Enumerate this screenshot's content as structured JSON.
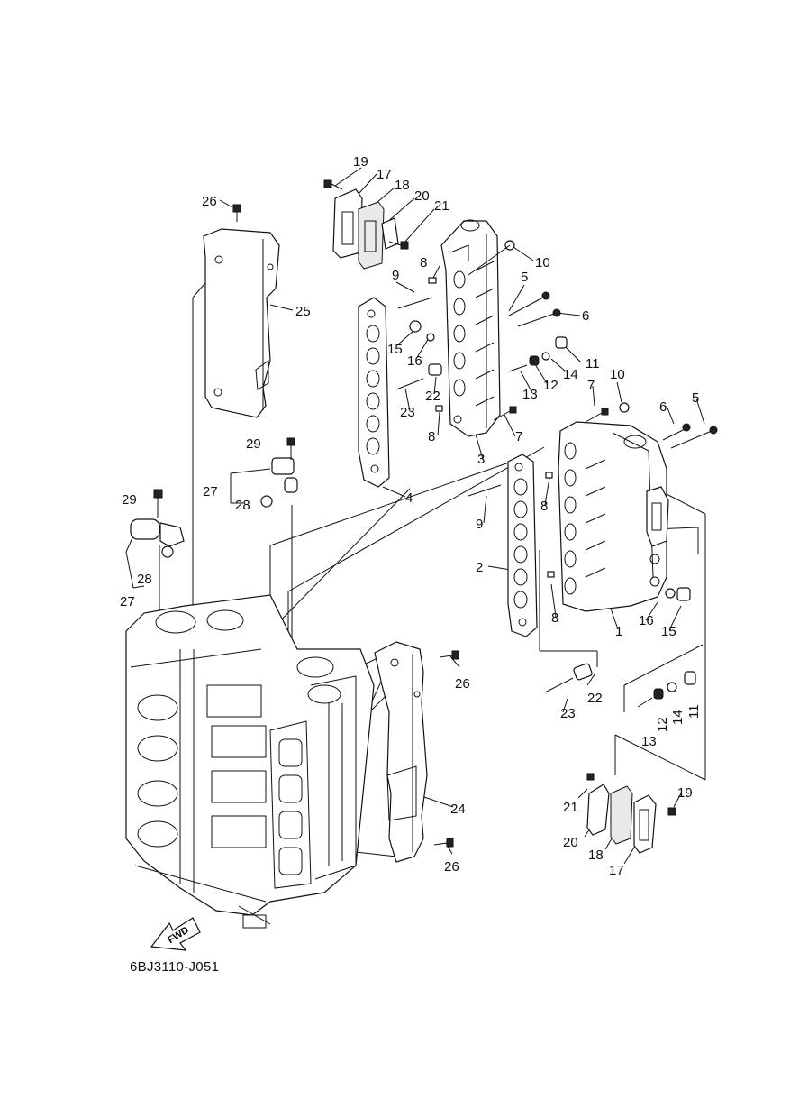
{
  "diagram_code": "6BJ3110-J051",
  "fwd_label": "FWD",
  "callouts": {
    "c1": "1",
    "c2": "2",
    "c3": "3",
    "c4": "4",
    "c5a": "5",
    "c5b": "5",
    "c6a": "6",
    "c6b": "6",
    "c7a": "7",
    "c7b": "7",
    "c8a": "8",
    "c8b": "8",
    "c8c": "8",
    "c8d": "8",
    "c9a": "9",
    "c9b": "9",
    "c10a": "10",
    "c10b": "10",
    "c11a": "11",
    "c11b": "11",
    "c12a": "12",
    "c12b": "12",
    "c13a": "13",
    "c13b": "13",
    "c14a": "14",
    "c14b": "14",
    "c15a": "15",
    "c15b": "15",
    "c16a": "16",
    "c16b": "16",
    "c17a": "17",
    "c17b": "17",
    "c18a": "18",
    "c18b": "18",
    "c19a": "19",
    "c19b": "19",
    "c20a": "20",
    "c20b": "20",
    "c21a": "21",
    "c21b": "21",
    "c22a": "22",
    "c22b": "22",
    "c23a": "23",
    "c23b": "23",
    "c24": "24",
    "c25": "25",
    "c26a": "26",
    "c26b": "26",
    "c26c": "26",
    "c27a": "27",
    "c27b": "27",
    "c28a": "28",
    "c28b": "28",
    "c29a": "29",
    "c29b": "29"
  }
}
